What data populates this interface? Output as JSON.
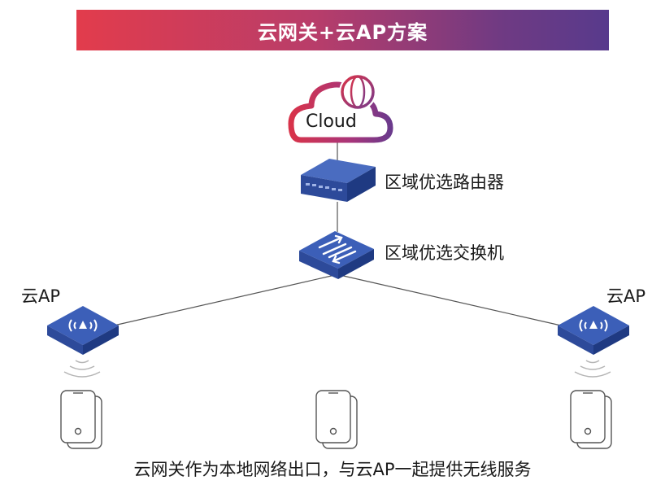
{
  "title": "云网关+云AP方案",
  "cloud": {
    "label": "Cloud",
    "icon": "globe-icon"
  },
  "devices": {
    "router": {
      "label": "区域优选路由器",
      "icon": "router-icon"
    },
    "switch": {
      "label": "区域优选交换机",
      "icon": "switch-icon"
    },
    "ap_left": {
      "label": "云AP",
      "icon": "wireless-ap-icon"
    },
    "ap_right": {
      "label": "云AP",
      "icon": "wireless-ap-icon"
    }
  },
  "terminals": [
    "mobile-phone-icon",
    "mobile-phone-icon",
    "mobile-phone-icon"
  ],
  "caption": "云网关作为本地网络出口，与云AP一起提供无线服务",
  "colors": {
    "banner_start": "#e23c4c",
    "banner_end": "#583a8c",
    "device_blue": "#2d4a9a",
    "cloud_red": "#c8314a",
    "cloud_purple": "#6b3a8c",
    "line": "#555555"
  }
}
